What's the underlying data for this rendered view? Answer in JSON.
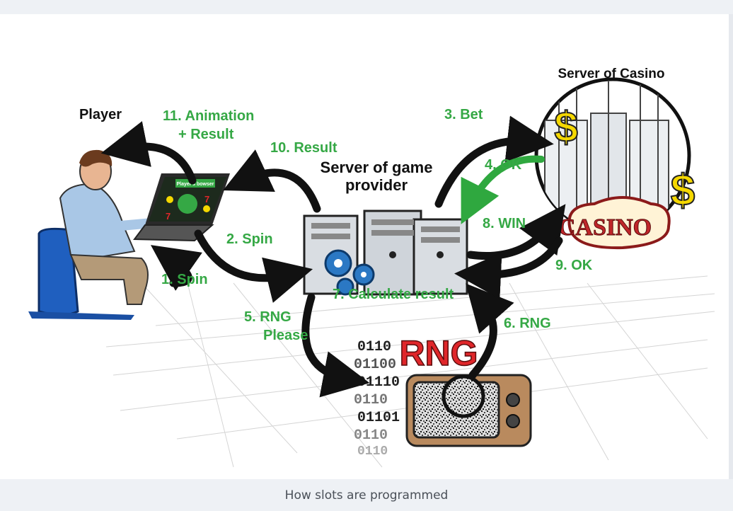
{
  "diagram": {
    "nodes": {
      "player": "Player",
      "provider_line1": "Server of game",
      "provider_line2": "provider",
      "casino_server": "Server of Casino",
      "casino_sign": "CASINO",
      "rng": "RNG",
      "laptop_screen": "Player's bowser",
      "dollar": "$"
    },
    "steps": {
      "s1": "1. Spin",
      "s2": "2. Spin",
      "s3": "3. Bet",
      "s4": "4. OK",
      "s5_line1": "5. RNG",
      "s5_line2": "Please",
      "s6": "6. RNG",
      "s7": "7. Calculate result",
      "s8": "8. WIN",
      "s9": "9. OK",
      "s10": "10. Result",
      "s11_line1": "11. Animation",
      "s11_line2": "+ Result"
    },
    "binary_lines": [
      "0110",
      "01100",
      "01110",
      "0110",
      "01101",
      "0110",
      "0110"
    ]
  },
  "caption": "How slots are programmed",
  "colors": {
    "step_label": "#35a845",
    "arrow": "#111111",
    "ok_arrow": "#2fa83f",
    "rng_red": "#e0262a",
    "gear_blue": "#2b78c4",
    "chair_blue": "#1f5fbf",
    "dollar_yellow": "#f5d800"
  }
}
